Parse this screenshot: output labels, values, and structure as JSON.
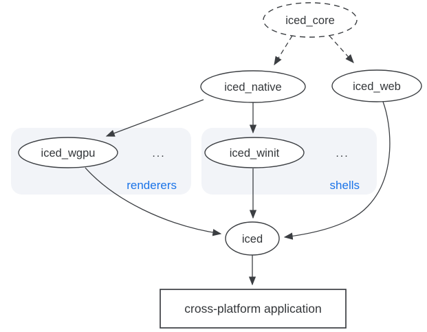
{
  "diagram": {
    "colors": {
      "background": "#ffffff",
      "stroke": "#3b3e42",
      "text": "#333639",
      "group_label_blue": "#1a73e8",
      "group_fill": "#f2f4f8"
    },
    "nodes": {
      "iced_core": {
        "label": "iced_core",
        "shape": "ellipse",
        "border": "dashed"
      },
      "iced_native": {
        "label": "iced_native",
        "shape": "ellipse",
        "border": "solid"
      },
      "iced_web": {
        "label": "iced_web",
        "shape": "ellipse",
        "border": "solid"
      },
      "iced_wgpu": {
        "label": "iced_wgpu",
        "shape": "ellipse",
        "border": "solid"
      },
      "iced_winit": {
        "label": "iced_winit",
        "shape": "ellipse",
        "border": "solid"
      },
      "iced": {
        "label": "iced",
        "shape": "ellipse",
        "border": "solid"
      },
      "app": {
        "label": "cross-platform application",
        "shape": "rectangle",
        "border": "solid"
      }
    },
    "groups": {
      "renderers": {
        "label": "renderers",
        "ellipsis": "...",
        "contains": [
          "iced_wgpu"
        ]
      },
      "shells": {
        "label": "shells",
        "ellipsis": "...",
        "contains": [
          "iced_winit"
        ]
      }
    },
    "edges": [
      {
        "from": "iced_core",
        "to": "iced_native",
        "style": "dashed"
      },
      {
        "from": "iced_core",
        "to": "iced_web",
        "style": "dashed"
      },
      {
        "from": "iced_native",
        "to": "iced_wgpu",
        "style": "solid"
      },
      {
        "from": "iced_native",
        "to": "iced_winit",
        "style": "solid"
      },
      {
        "from": "iced_wgpu",
        "to": "iced",
        "style": "solid"
      },
      {
        "from": "iced_winit",
        "to": "iced",
        "style": "solid"
      },
      {
        "from": "iced_web",
        "to": "iced",
        "style": "solid"
      },
      {
        "from": "iced",
        "to": "app",
        "style": "solid"
      }
    ]
  }
}
